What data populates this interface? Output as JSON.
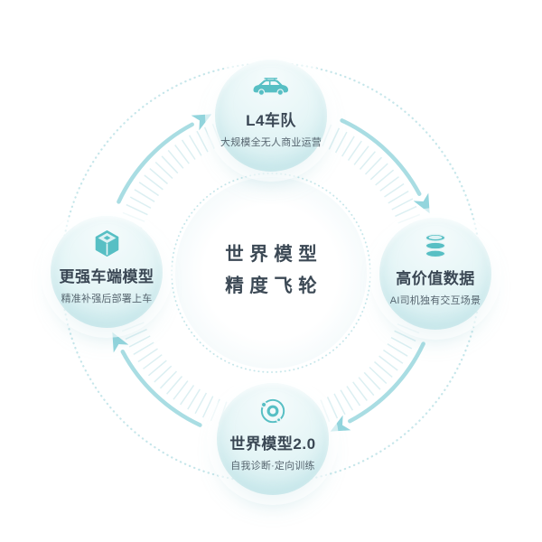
{
  "center": {
    "line1": "世界模型",
    "line2": "精度飞轮"
  },
  "nodes": [
    {
      "id": "top",
      "icon": "car-icon",
      "title": "L4车队",
      "subtitle": "大规模全无人商业运营"
    },
    {
      "id": "right",
      "icon": "database-icon",
      "title": "高价值数据",
      "subtitle": "AI司机独有交互场景"
    },
    {
      "id": "bottom",
      "icon": "orbit-icon",
      "title": "世界模型2.0",
      "subtitle": "自我诊断·定向训练"
    },
    {
      "id": "left",
      "icon": "cube-icon",
      "title": "更强车端模型",
      "subtitle": "精准补强后部署上车"
    }
  ],
  "colors": {
    "teal": "#57bfc4",
    "icon_light": "#ddf2f4",
    "icon_gap": "#e9f6f7",
    "arc": "#a9dde3",
    "arrow": "#93d5dd",
    "hatch": "#d6edf0",
    "dotted": "#c6e6ea",
    "node_top": "#f5fbfc",
    "node_bottom": "#d2edf0",
    "title": "#3a4754",
    "subtitle": "#56656f",
    "center_text": "#3c4955"
  }
}
